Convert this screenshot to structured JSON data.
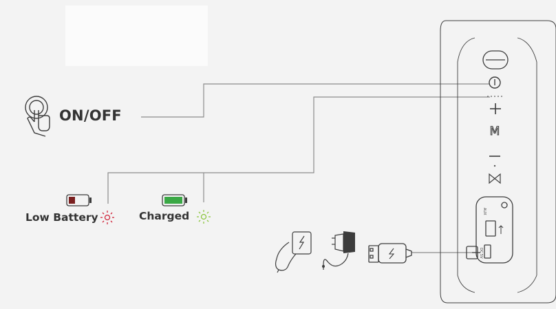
{
  "onoff": {
    "label": "ON/OFF"
  },
  "indicators": {
    "low_battery": {
      "label": "Low Battery",
      "color": "#d0243a"
    },
    "charged": {
      "label": "Charged",
      "color": "#8cc63f"
    }
  },
  "speaker_panel": {
    "aux_label": "AUX",
    "dc_label": "DC 5V"
  },
  "colors": {
    "line": "#8a8a8a",
    "outline": "#3c3c3c",
    "battery_low_fill": "#7a1f1f",
    "battery_full_fill": "#3aa845"
  }
}
